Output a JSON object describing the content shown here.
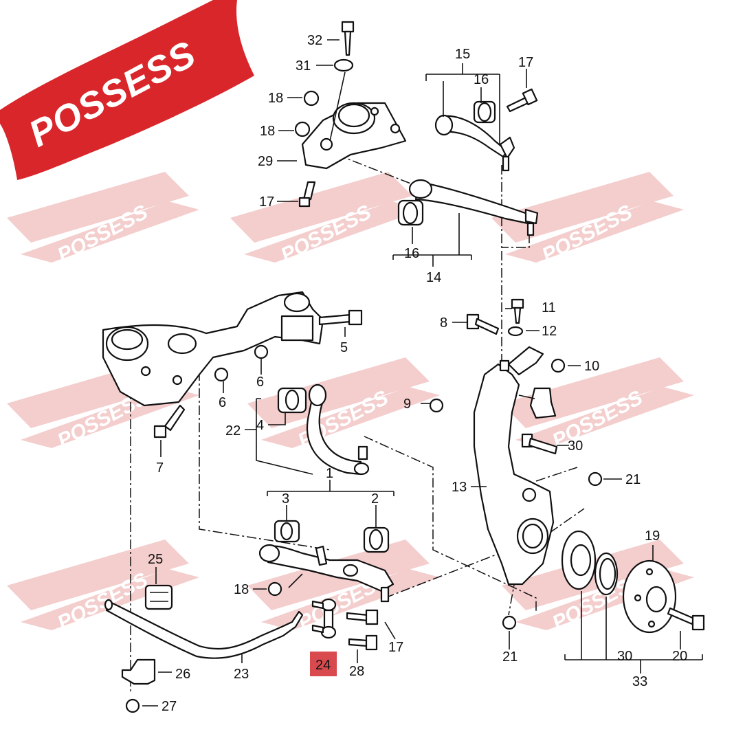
{
  "brand": {
    "logo_text": "POSSESS",
    "banner_color": "#d8262b",
    "watermark_color": "#f2c4c4"
  },
  "highlight": {
    "part_number": "24",
    "color": "#d94a4f"
  },
  "callouts": {
    "c1": "1",
    "c2": "2",
    "c3": "3",
    "c4": "4",
    "c5": "5",
    "c6a": "6",
    "c6b": "6",
    "c7": "7",
    "c8": "8",
    "c9": "9",
    "c10": "10",
    "c11": "11",
    "c12": "12",
    "c13": "13",
    "c14": "14",
    "c15": "15",
    "c16a": "16",
    "c16b": "16",
    "c17a": "17",
    "c17b": "17",
    "c17c": "17",
    "c18a": "18",
    "c18b": "18",
    "c18c": "18",
    "c19": "19",
    "c20": "20",
    "c21a": "21",
    "c21b": "21",
    "c22": "22",
    "c23": "23",
    "c25": "25",
    "c26": "26",
    "c27": "27",
    "c28": "28",
    "c29": "29",
    "c30a": "30",
    "c30b": "30",
    "c31": "31",
    "c32": "32",
    "c33": "33"
  }
}
